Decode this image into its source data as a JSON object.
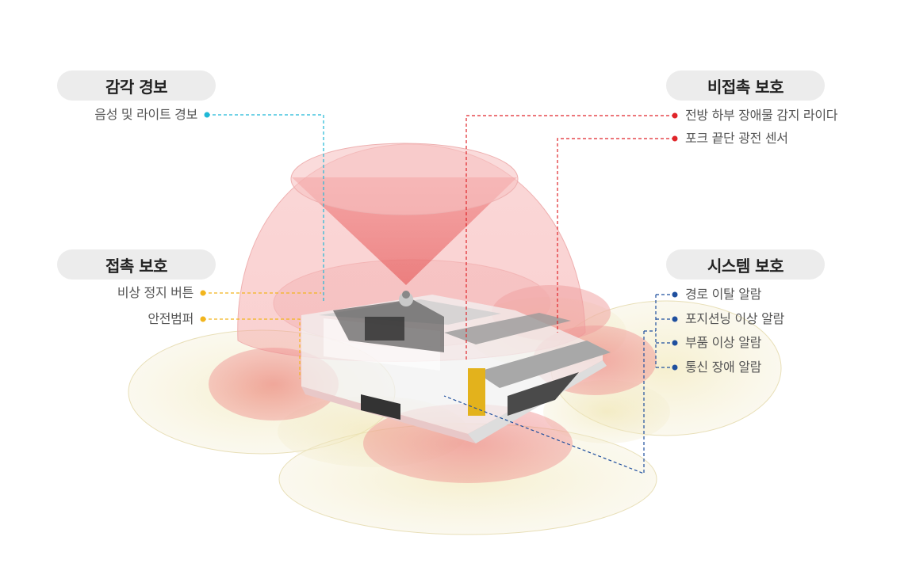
{
  "groups": {
    "sense_alarm": {
      "title": "감각 경보",
      "items": [
        "음성 및 라이트 경보"
      ],
      "dot_color": "#1fb8d6"
    },
    "contact_protect": {
      "title": "접촉 보호",
      "items": [
        "비상 정지 버튼",
        "안전범퍼"
      ],
      "dot_color": "#f2b51d"
    },
    "noncontact_protect": {
      "title": "비접촉 보호",
      "items": [
        "전방 하부 장애물 감지 라이다",
        "포크 끝단 광전 센서"
      ],
      "dot_color": "#e0252a"
    },
    "system_protect": {
      "title": "시스템 보호",
      "items": [
        "경로 이탈 알람",
        "포지션닝 이상 알람",
        "부품 이상 알람",
        "통신 장애 알람"
      ],
      "dot_color": "#1f4f9e"
    }
  },
  "colors": {
    "pill_bg": "#ececec",
    "zone_red": "#f08a8a",
    "zone_yellow": "#efe6b6",
    "robot_body": "#f4f4f4"
  }
}
